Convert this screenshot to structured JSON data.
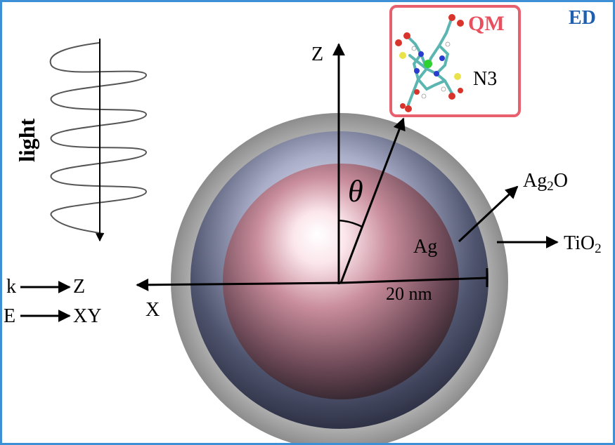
{
  "corner_label": "ED",
  "qm_label": "QM",
  "molecule_label": "N3",
  "light_label": "light",
  "axes": {
    "z": "Z",
    "x": "X",
    "theta": "θ"
  },
  "layers": {
    "core": "Ag",
    "middle_base": "Ag",
    "middle_sub": "2",
    "middle_end": "O",
    "outer_base": "TiO",
    "outer_sub": "2"
  },
  "radius_label": "20 nm",
  "polarization": {
    "k_label": "k",
    "k_target": "Z",
    "e_label": "E",
    "e_target": "XY"
  },
  "colors": {
    "frame": "#3d8fd6",
    "ed_text": "#1f5fb0",
    "qm_text": "#e8505e",
    "qm_box": "#e8606e",
    "shell_tio2": "#a8a8a8",
    "shell_ag2o": "#5a5f78",
    "core_ag": "#b07a88"
  }
}
